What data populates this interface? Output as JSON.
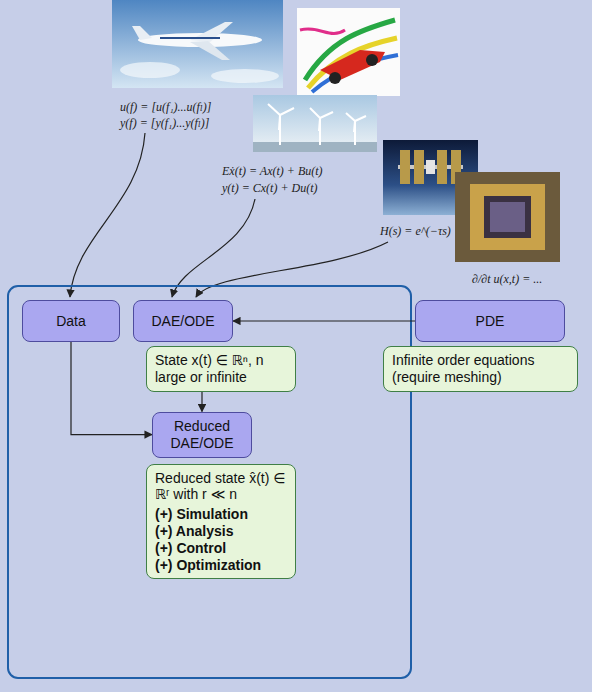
{
  "diagram": {
    "nodes": [
      {
        "text": [
          "Data"
        ]
      },
      {
        "text": [
          "DAE/ODE"
        ]
      },
      {
        "text": [
          "PDE"
        ]
      },
      {
        "text": [
          "State x(t) ∈ ℝⁿ, n large or infinite"
        ]
      },
      {
        "text": [
          "Infinite order equations (require meshing)"
        ]
      },
      {
        "text": [
          "Reduced DAE/ODE"
        ]
      },
      {
        "text": [
          "Reduced state x̂(t) ∈ ℝʳ with r ≪ n",
          "(+) Simulation",
          "(+) Analysis",
          "(+) Control",
          "(+) Optimization"
        ]
      }
    ],
    "edges": [
      {
        "from": 2,
        "to": 1,
        "arrow": "to"
      },
      {
        "from": 3,
        "to": 5,
        "arrow": "to"
      },
      {
        "from": 0,
        "to": 5,
        "arrow": "to"
      }
    ],
    "labels": [
      "u(f) = [u(f₁)...u(fₗ)]",
      "y(f) = [y(f₁)...y(fₗ)]",
      "Eẋ(t) = Ax(t) + Bu(t)",
      "y(t) = Cx(t) + Du(t)",
      "H(s) = e^(−τs)",
      "∂/∂t u(x,t) = ..."
    ]
  }
}
